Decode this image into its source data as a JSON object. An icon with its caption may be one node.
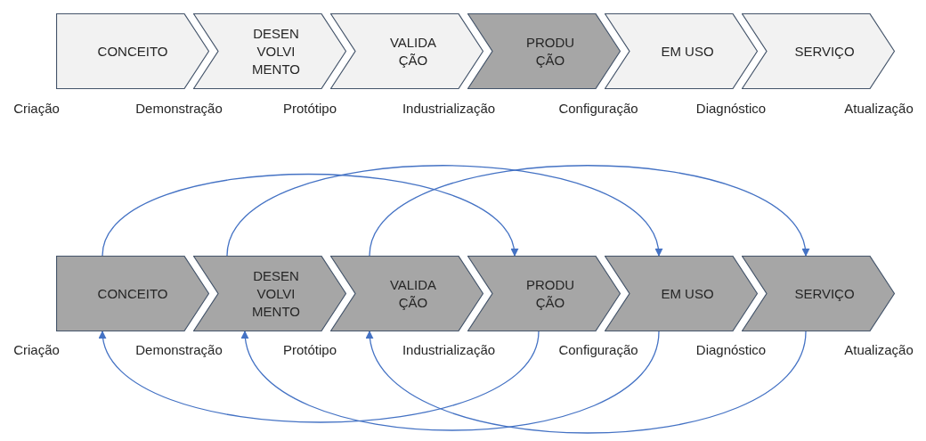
{
  "diagram": {
    "nodes": [
      {
        "text": [
          "CONCEITO"
        ]
      },
      {
        "text": [
          "DESEN VOLVI MENTO"
        ]
      },
      {
        "text": [
          "VALIDA ÇÃO"
        ]
      },
      {
        "text": [
          "PRODU ÇÃO"
        ]
      },
      {
        "text": [
          "EM USO"
        ]
      },
      {
        "text": [
          "SERVIÇO"
        ]
      },
      {
        "text": [
          "CONCEITO"
        ]
      },
      {
        "text": [
          "DESEN VOLVI MENTO"
        ]
      },
      {
        "text": [
          "VALIDA ÇÃO"
        ]
      },
      {
        "text": [
          "PRODU ÇÃO"
        ]
      },
      {
        "text": [
          "EM USO"
        ]
      },
      {
        "text": [
          "SERVIÇO"
        ]
      }
    ],
    "edges": [
      {
        "from": 6,
        "to": 9,
        "arrow": "to"
      },
      {
        "from": 7,
        "to": 10,
        "arrow": "to"
      },
      {
        "from": 8,
        "to": 11,
        "arrow": "to"
      },
      {
        "from": 9,
        "to": 6,
        "arrow": "to"
      },
      {
        "from": 10,
        "to": 7,
        "arrow": "to"
      },
      {
        "from": 11,
        "to": 8,
        "arrow": "to"
      }
    ],
    "labels": [
      "Criação",
      "Demonstração",
      "Protótipo",
      "Industrialização",
      "Configuração",
      "Diagnóstico",
      "Atualização",
      "Criação",
      "Demonstração",
      "Protótipo",
      "Industrialização",
      "Configuração",
      "Diagnóstico",
      "Atualização"
    ]
  }
}
